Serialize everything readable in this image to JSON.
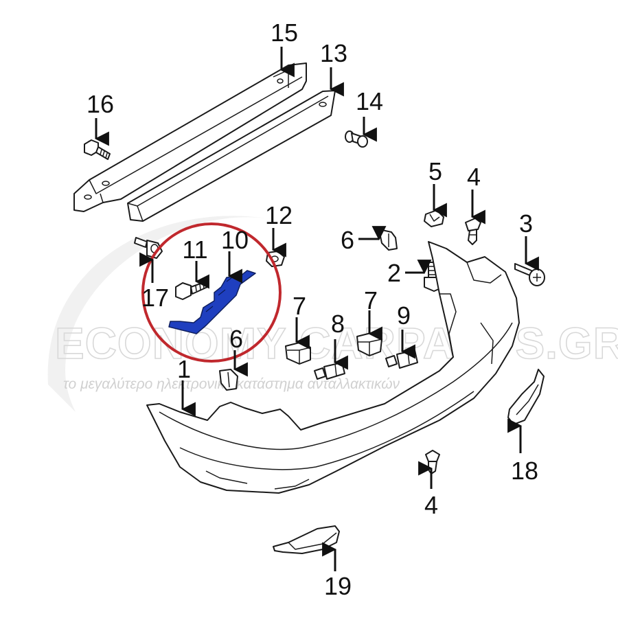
{
  "highlight_color": "#1f3fbf",
  "circle_color": "#c0282d",
  "callouts": {
    "c1": "1",
    "c2": "2",
    "c3": "3",
    "c4a": "4",
    "c4b": "4",
    "c5": "5",
    "c6a": "6",
    "c6b": "6",
    "c7a": "7",
    "c7b": "7",
    "c8": "8",
    "c9": "9",
    "c10": "10",
    "c11": "11",
    "c12": "12",
    "c13": "13",
    "c14": "14",
    "c15": "15",
    "c16": "16",
    "c17": "17",
    "c18": "18",
    "c19": "19"
  },
  "watermark": {
    "brand": "ECONOMY CARPARTS.GR",
    "tagline": "το μεγαλύτερο ηλεκτρονικό κατάστημα ανταλλακτικών"
  }
}
